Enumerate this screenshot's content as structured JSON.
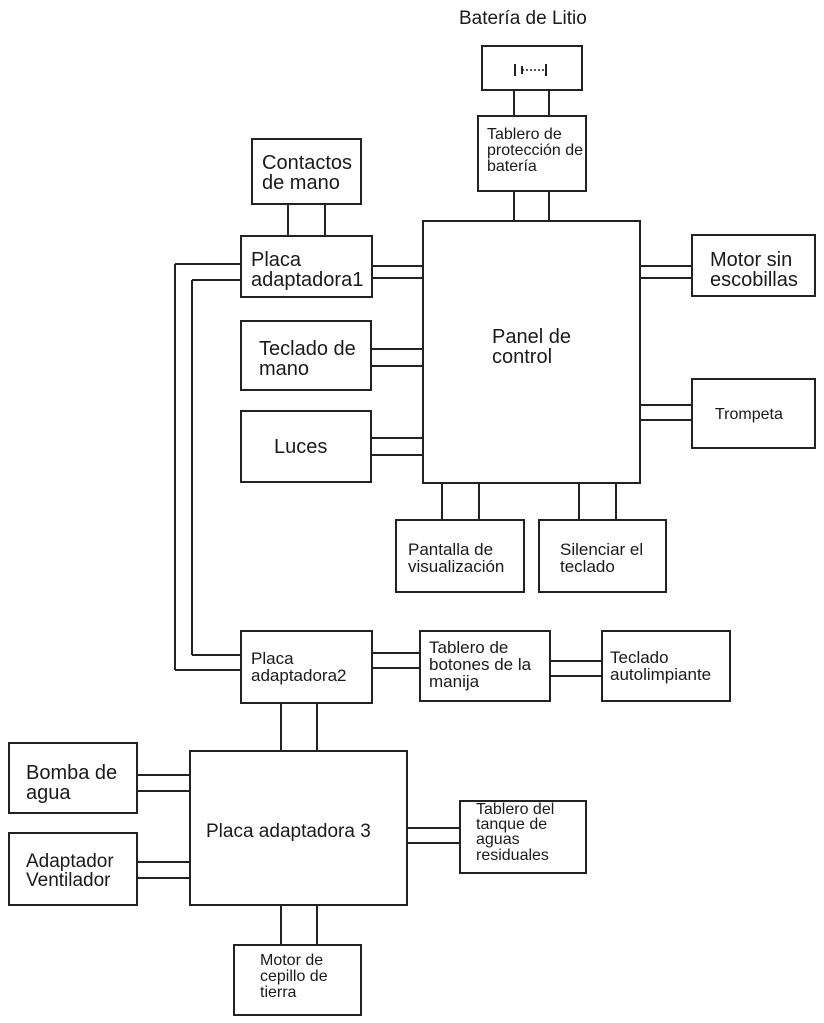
{
  "title": "Batería de Litio",
  "blocks": {
    "battery_board": "Tablero de\nprotección de\nbatería",
    "hand_contacts": "Contactos\nde mano",
    "adapter1": "Placa\nadaptadora1",
    "control_panel": "Panel de\ncontrol",
    "brushless_motor": "Motor sin\nescobillas",
    "hand_keyboard": "Teclado de\nmano",
    "trumpet": "Trompeta",
    "lights": "Luces",
    "display": "Pantalla de\nvisualización",
    "mute_keyboard": "Silenciar el\nteclado",
    "adapter2": "Placa\nadaptadora2",
    "handle_buttons": "Tablero de\nbotones de la\nmanija",
    "selfclean_keyboard": "Teclado\nautolimpiante",
    "water_pump": "Bomba de\nagua",
    "adapter3": "Placa adaptadora 3",
    "wastewater_board": "Tablero del\ntanque de\naguas\nresiduales",
    "fan_adapter": "Adaptador\nVentilador",
    "brush_motor": "Motor de\ncepillo de\ntierra"
  }
}
